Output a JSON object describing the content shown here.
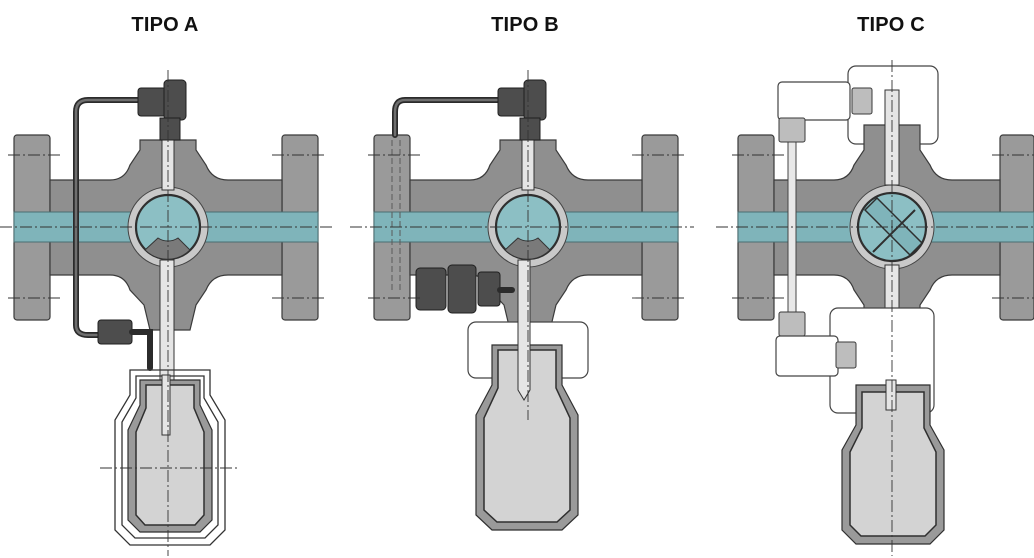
{
  "titles": {
    "type_a": "TIPO A",
    "type_b": "TIPO B",
    "type_c": "TIPO C"
  },
  "colors": {
    "body": "#8f8f8f",
    "flow": "#7fb4ba",
    "bottle": "#d3d3d3",
    "fitting": "#4d4d4d"
  }
}
